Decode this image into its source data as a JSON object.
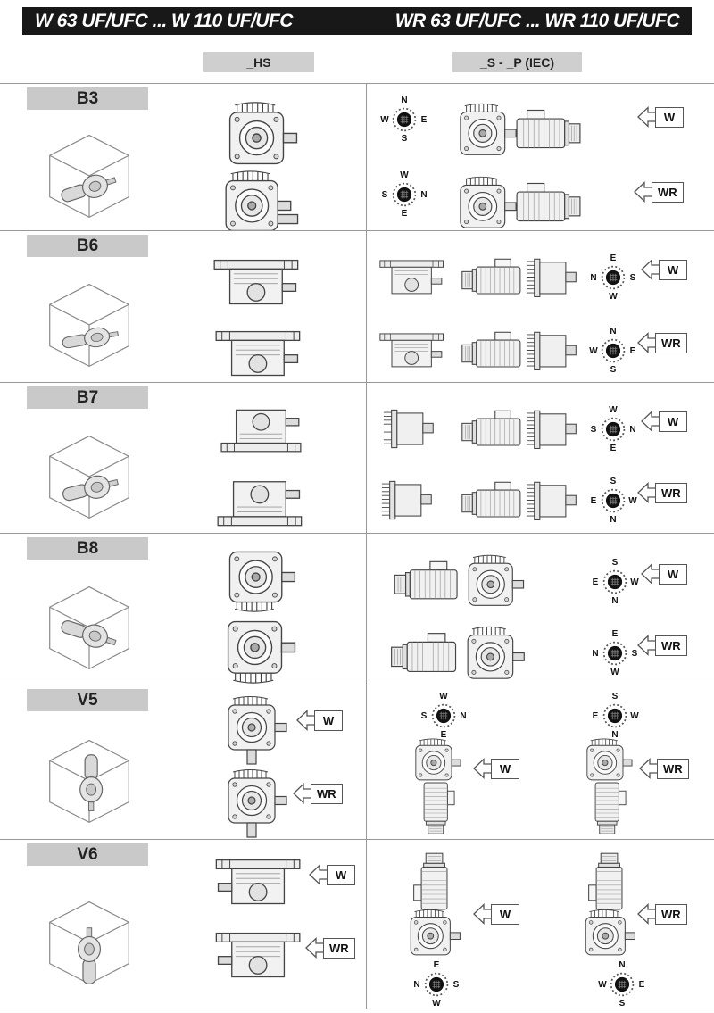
{
  "header": {
    "title_left": "W 63 UF/UFC ... W 110 UF/UFC",
    "title_right": "WR 63 UF/UFC ... WR 110 UF/UFC"
  },
  "columns": {
    "hs_label": "_HS",
    "iec_label": "_S - _P (IEC)"
  },
  "colors": {
    "header_bg": "#1a1a1a",
    "header_text": "#ffffff",
    "label_bg": "#c9c9c9",
    "divider": "#999999"
  },
  "rows": [
    {
      "label": "B3",
      "arrow_w": "W",
      "arrow_wr": "WR",
      "compass_w": {
        "top": "N",
        "left": "W",
        "right": "E",
        "bottom": "S"
      },
      "compass_wr": {
        "top": "W",
        "left": "S",
        "right": "N",
        "bottom": "E"
      }
    },
    {
      "label": "B6",
      "arrow_w": "W",
      "arrow_wr": "WR",
      "compass_w": {
        "top": "E",
        "left": "N",
        "right": "S",
        "bottom": "W"
      },
      "compass_wr": {
        "top": "N",
        "left": "W",
        "right": "E",
        "bottom": "S"
      }
    },
    {
      "label": "B7",
      "arrow_w": "W",
      "arrow_wr": "WR",
      "compass_w": {
        "top": "W",
        "left": "S",
        "right": "N",
        "bottom": "E"
      },
      "compass_wr": {
        "top": "S",
        "left": "E",
        "right": "W",
        "bottom": "N"
      }
    },
    {
      "label": "B8",
      "arrow_w": "W",
      "arrow_wr": "WR",
      "compass_w": {
        "top": "S",
        "left": "E",
        "right": "W",
        "bottom": "N"
      },
      "compass_wr": {
        "top": "E",
        "left": "N",
        "right": "S",
        "bottom": "W"
      }
    },
    {
      "label": "V5",
      "arrow_w": "W",
      "arrow_wr": "WR",
      "compass_w": {
        "top": "W",
        "left": "S",
        "right": "N",
        "bottom": "E"
      },
      "compass_wr": {
        "top": "S",
        "left": "E",
        "right": "W",
        "bottom": "N"
      }
    },
    {
      "label": "V6",
      "arrow_w": "W",
      "arrow_wr": "WR",
      "compass_w": {
        "top": "E",
        "left": "N",
        "right": "S",
        "bottom": "W"
      },
      "compass_wr": {
        "top": "N",
        "left": "W",
        "right": "E",
        "bottom": "S"
      }
    }
  ]
}
